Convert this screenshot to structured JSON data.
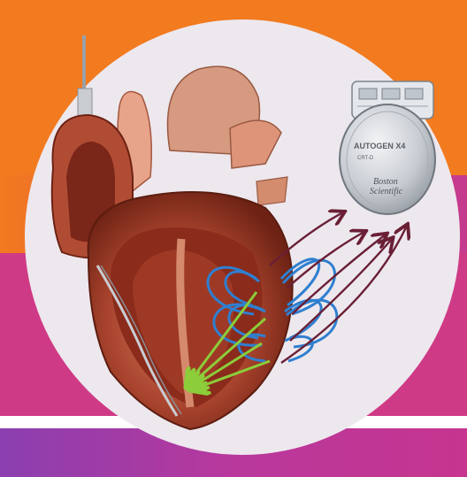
{
  "colors": {
    "orange": "#f27a1f",
    "pink": "#d6307f",
    "purple": "#9d3fae",
    "magenta": "#c23894",
    "circle": "#ede8ee",
    "heart_dark": "#7a2619",
    "heart_mid": "#b65038",
    "heart_light": "#e7a48a",
    "blue_field": "#2f7fd0",
    "green_vector": "#8ccd3a",
    "dark_arrow": "#6a1f35"
  },
  "device": {
    "model": "AUTOGEN X4",
    "line1": "CRT-D",
    "line2": "Boston",
    "line3": "Scientific"
  }
}
